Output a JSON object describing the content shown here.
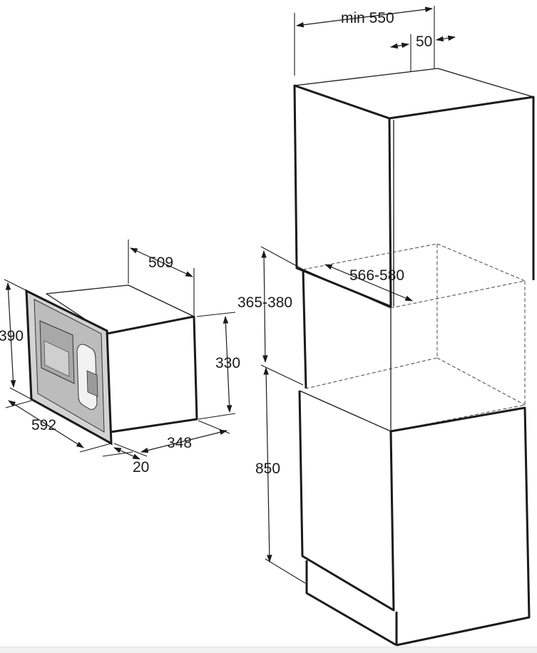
{
  "dimensions": {
    "microwave": {
      "depth_total": "509",
      "height_front": "390",
      "height_body": "330",
      "width_front": "592",
      "depth_body": "348",
      "frame_depth": "20"
    },
    "cabinet": {
      "min_depth": "min 550",
      "back_gap": "50",
      "niche_width": "566-580",
      "niche_height": "365-380",
      "base_height": "850"
    }
  }
}
